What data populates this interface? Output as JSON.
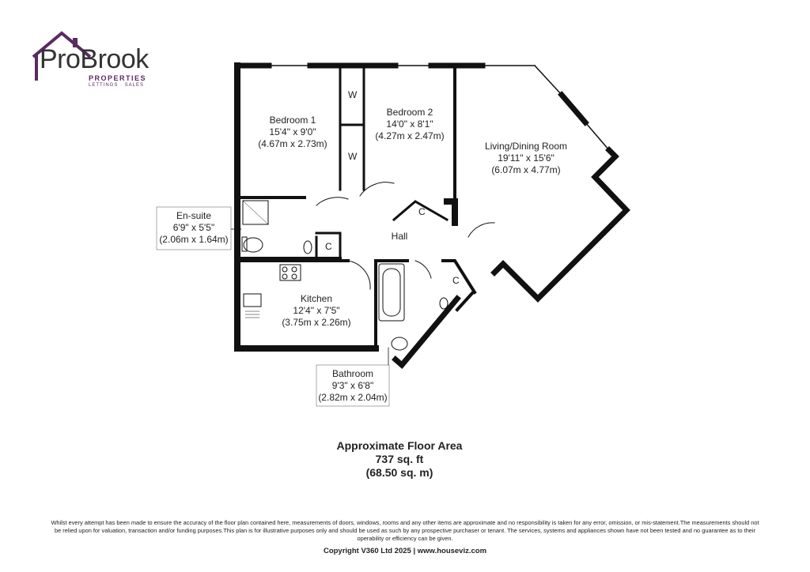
{
  "logo": {
    "name": "ProBrook",
    "tagline": "PROPERTIES",
    "subtagline": "LETTINGS · SALES",
    "brand_color": "#5a2a63"
  },
  "rooms": {
    "bedroom1": {
      "name": "Bedroom 1",
      "imperial": "15'4\" x 9'0\"",
      "metric": "(4.67m x 2.73m)"
    },
    "bedroom2": {
      "name": "Bedroom 2",
      "imperial": "14'0\" x 8'1\"",
      "metric": "(4.27m x 2.47m)"
    },
    "living": {
      "name": "Living/Dining Room",
      "imperial": "19'11\" x 15'6\"",
      "metric": "(6.07m x 4.77m)"
    },
    "ensuite": {
      "name": "En-suite",
      "imperial": "6'9\" x 5'5\"",
      "metric": "(2.06m x 1.64m)"
    },
    "kitchen": {
      "name": "Kitchen",
      "imperial": "12'4\" x 7'5\"",
      "metric": "(3.75m x 2.26m)"
    },
    "bathroom": {
      "name": "Bathroom",
      "imperial": "9'3\" x 6'8\"",
      "metric": "(2.82m x 2.04m)"
    },
    "hall": {
      "name": "Hall"
    }
  },
  "wardrobe_label": "W",
  "cupboard_label": "C",
  "floor_area": {
    "title": "Approximate Floor Area",
    "imperial": "737 sq. ft",
    "metric": "(68.50 sq. m)"
  },
  "disclaimer": "Whilst every attempt has been made to ensure the accuracy of the floor plan contained here, measurements of doors, windows, rooms and any other items are approximate and no responsibility is taken for any error, omission, or mis-statement.The measurements should not be relied upon for valuation, transaction and/or funding purposes.This plan is for illustrative purposes only and should be used as such by any prospective purchaser or tenant. The services, systems and appliances shown have not been tested and no guarantee as to their operability or efficiency can be given.",
  "copyright": "Copyright V360 Ltd 2025 | www.houseviz.com"
}
